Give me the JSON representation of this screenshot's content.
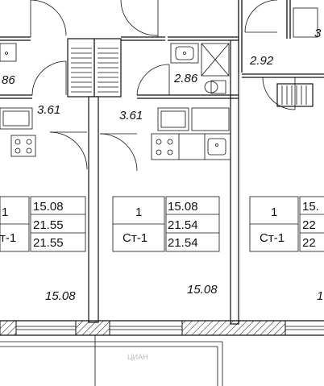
{
  "area_labels": {
    "left_upper": "86",
    "left_kitchen": "3.61",
    "center_bath": "2.86",
    "center_kitchen": "3.61",
    "right_bath": "2.92",
    "left_room": "15.08",
    "center_room": "15.08",
    "right_room": "1",
    "top_right_fragment": "3"
  },
  "left_table": {
    "rooms_fragment": "1",
    "type_fragment": "т-1",
    "values": [
      "15.08",
      "21.55",
      "21.55"
    ]
  },
  "center_table": {
    "rooms": "1",
    "type": "Ст-1",
    "values": [
      "15.08",
      "21.54",
      "21.54"
    ]
  },
  "right_table": {
    "rooms": "1",
    "type": "Ст-1",
    "values": [
      "15.",
      "22",
      "22"
    ]
  },
  "watermark": "ЦИАН"
}
